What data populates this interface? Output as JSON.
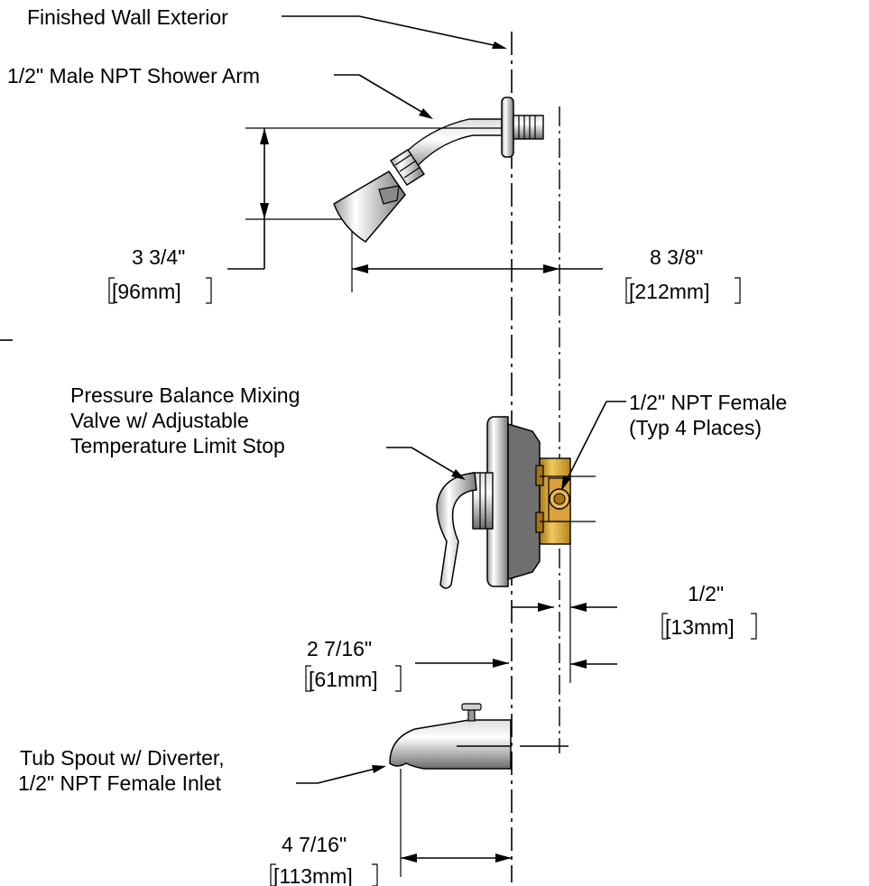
{
  "labels": {
    "finished_wall": "Finished Wall Exterior",
    "shower_arm": "1/2\" Male NPT Shower Arm",
    "valve_line1": "Pressure Balance Mixing",
    "valve_line2": "Valve w/ Adjustable",
    "valve_line3": "Temperature Limit Stop",
    "npt_female_line1": "1/2\" NPT Female",
    "npt_female_line2": "(Typ 4 Places)",
    "spout_line1": "Tub Spout w/ Diverter,",
    "spout_line2": "1/2\" NPT Female Inlet"
  },
  "dimensions": {
    "head_drop_in": "3 3/4\"",
    "head_drop_mm": "[96mm]",
    "arm_reach_in": "8 3/8\"",
    "arm_reach_mm": "[212mm]",
    "inlet_depth_in": "1/2\"",
    "inlet_depth_mm": "[13mm]",
    "valve_depth_in": "2 7/16\"",
    "valve_depth_mm": "[61mm]",
    "spout_reach_in": "4 7/16\"",
    "spout_reach_mm": "[113mm]"
  },
  "colors": {
    "line": "#000000",
    "chrome_light": "#f2f2f2",
    "chrome_mid": "#b8b8b8",
    "chrome_dark": "#6e6e6e",
    "brass_light": "#f0c860",
    "brass_dark": "#a87410"
  }
}
